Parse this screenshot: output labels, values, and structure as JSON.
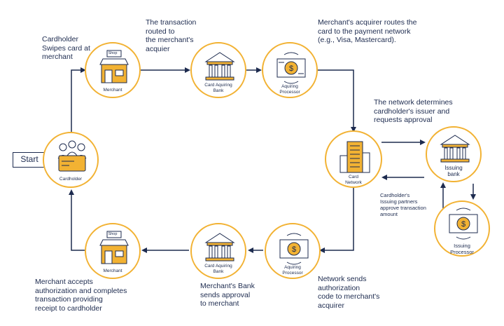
{
  "start_label": "Start",
  "nodes": {
    "cardholder": "Cardholder",
    "merchant_top": "Merchant",
    "merchant_top_sign": "Shop",
    "acq_bank_top": "Card Aquiring\nBank",
    "acq_proc_top": "Aquiring\nProcessor",
    "card_network": "Card\nNetwork",
    "issuing_bank": "Issuing\nbank",
    "issuing_proc": "Issuing\nProcessor",
    "acq_proc_bottom": "Aquiring\nProcessor",
    "acq_bank_bottom": "Card Aquiring\nBank",
    "merchant_bottom": "Merchant",
    "merchant_bottom_sign": "Shop"
  },
  "notes": {
    "swipe": "Cardholder\nSwipes card at\nmerchant",
    "routed": "The transaction\nrouted to\nthe merchant's\nacquier",
    "acquirer_routes": "Merchant's acquirer routes the\ncard to the payment network\n(e.g., Visa, Mastercard).",
    "network_determines": "The network determines\ncardholder's issuer and\nrequests approval",
    "issuing_partners": "Cardholder's\nIssuing partners\napprove transaction\namount",
    "network_sends": "Network sends\nauthorization\ncode to merchant's\nacquirer",
    "bank_sends": "Merchant's Bank\nsends approval\nto merchant",
    "merchant_accepts": "Merchant accepts\nauthorization and completes\ntransaction providing\nreceipt to cardholder"
  },
  "colors": {
    "accent": "#f2b233",
    "ink": "#1d2b4f",
    "background": "#ffffff"
  },
  "icons": {
    "cardholder": "people-with-card-icon",
    "merchant": "shop-icon",
    "bank": "bank-building-icon",
    "processor": "cash-exchange-icon",
    "network": "office-building-icon"
  }
}
